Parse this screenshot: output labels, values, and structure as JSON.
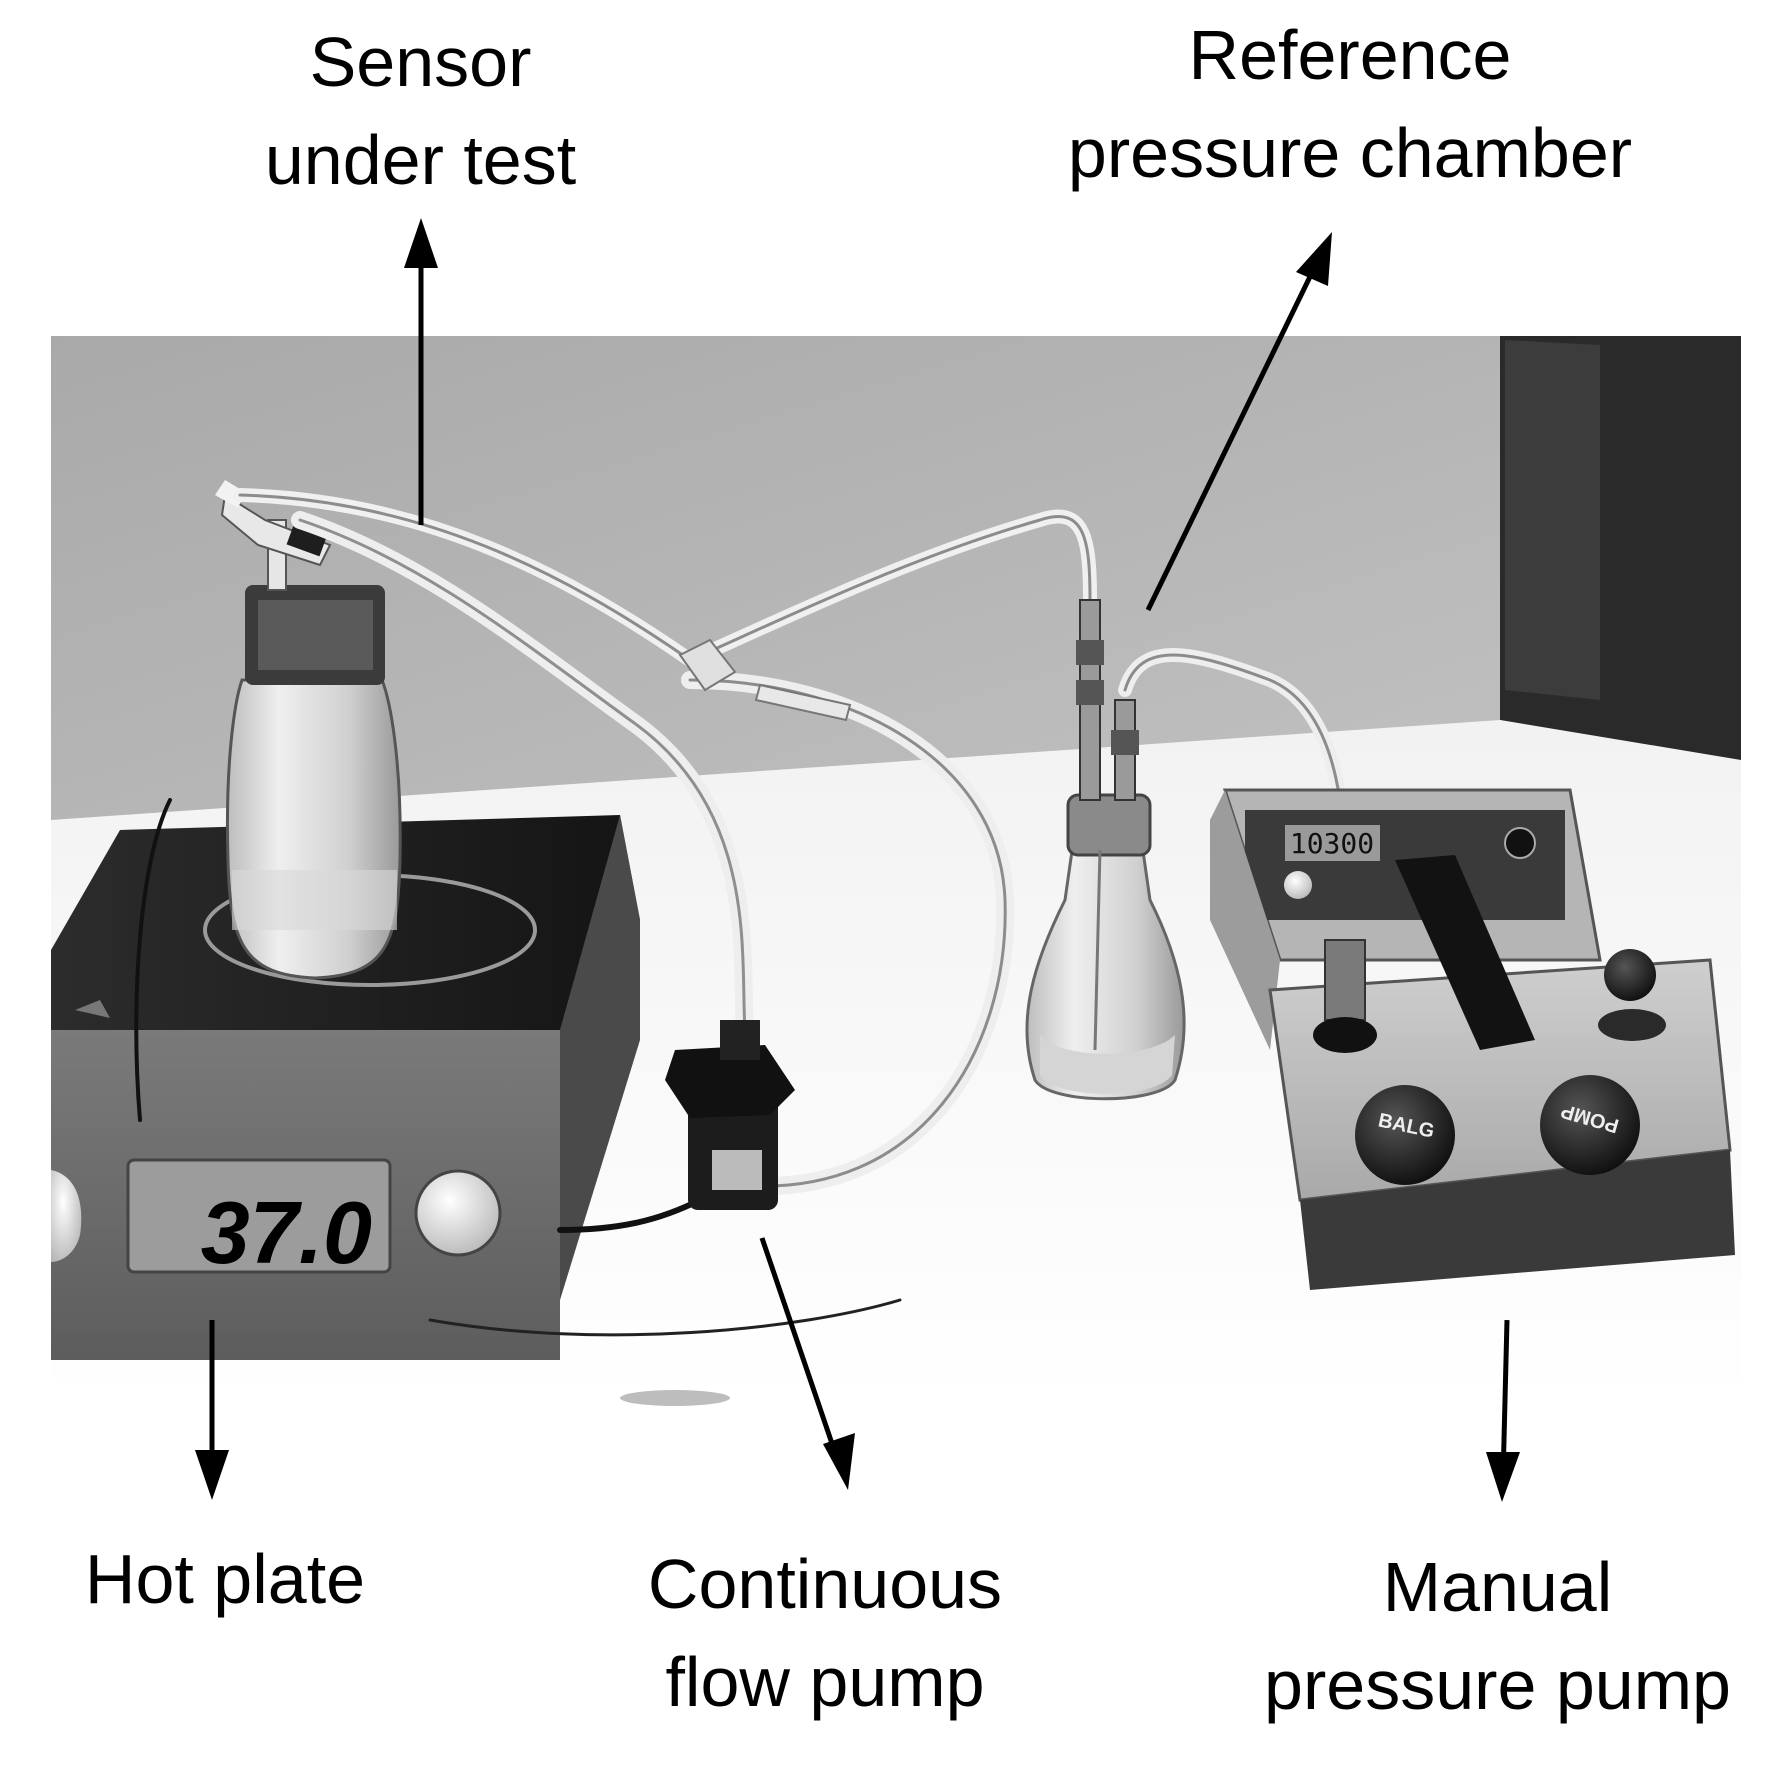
{
  "labels": {
    "sensor": [
      "Sensor",
      "under test"
    ],
    "reference": [
      "Reference",
      "pressure chamber"
    ],
    "hotplate": [
      "Hot plate"
    ],
    "flowpump": [
      "Continuous",
      "flow pump"
    ],
    "manualpump": [
      "Manual",
      "pressure pump"
    ]
  },
  "photo": {
    "hotplate_display": "37.0",
    "pressure_display": "10300",
    "knob_left": "BALG",
    "knob_right": "POMP"
  }
}
